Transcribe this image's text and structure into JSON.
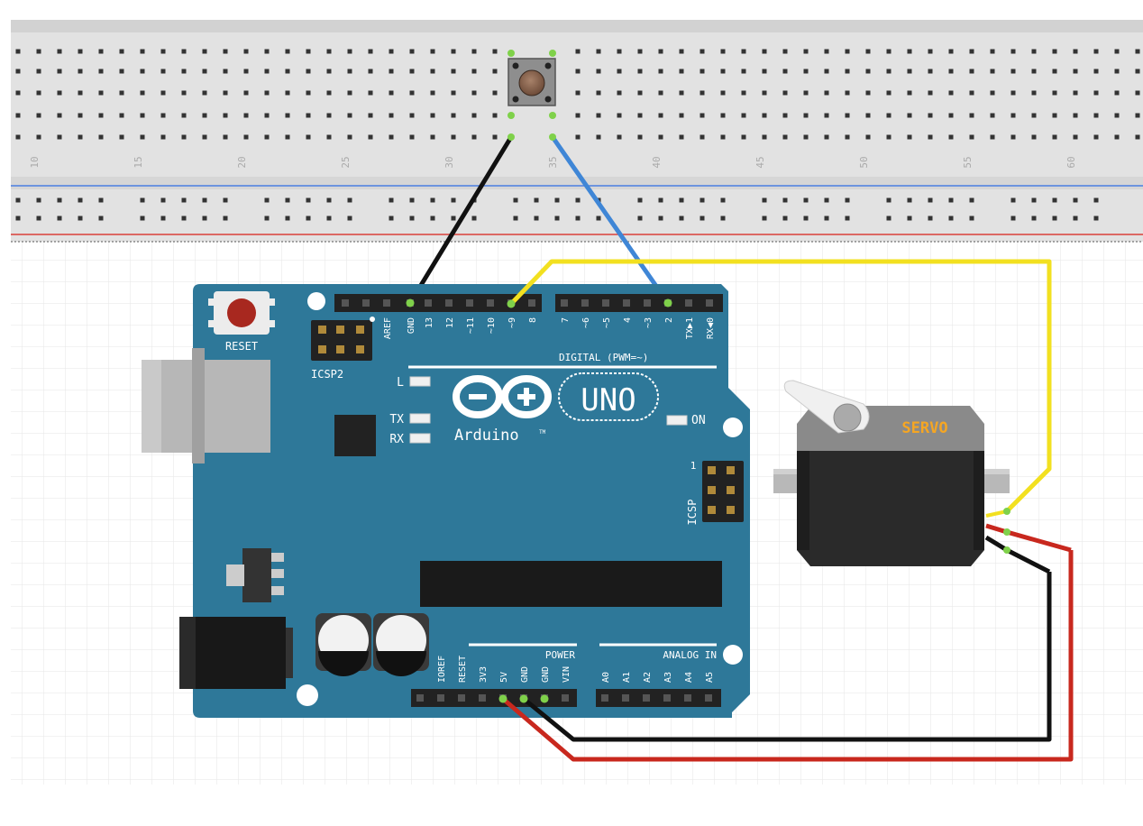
{
  "breadboard": {
    "column_numbers": [
      "10",
      "15",
      "20",
      "25",
      "30",
      "35",
      "40",
      "45",
      "50",
      "55",
      "60"
    ]
  },
  "arduino": {
    "reset_label": "RESET",
    "icsp2_label": "ICSP2",
    "icsp_label": "ICSP",
    "icsp_pin1": "1",
    "digital_pins": [
      "AREF",
      "GND",
      "13",
      "12",
      "~11",
      "~10",
      "~9",
      "8",
      "7",
      "~6",
      "~5",
      "4",
      "~3",
      "2",
      "TX▶1",
      "RX◀0"
    ],
    "digital_header": "DIGITAL (PWM=~)",
    "led_l": "L",
    "led_tx": "TX",
    "led_rx": "RX",
    "on_label": "ON",
    "brand": "Arduino",
    "tm": "TM",
    "model": "UNO",
    "power_pins": [
      "IOREF",
      "RESET",
      "3V3",
      "5V",
      "GND",
      "GND",
      "VIN"
    ],
    "analog_pins": [
      "A0",
      "A1",
      "A2",
      "A3",
      "A4",
      "A5"
    ],
    "power_label": "POWER",
    "analog_label": "ANALOG IN"
  },
  "servo": {
    "label": "SERVO"
  },
  "colors": {
    "board": "#2e7899",
    "board_dark": "#1f5f7d",
    "wire_black": "#111111",
    "wire_blue": "#3f86d6",
    "wire_yellow": "#f2e020",
    "wire_red": "#c8281e",
    "servo_label": "#f5a623",
    "breadboard": "#e4e4e4"
  }
}
